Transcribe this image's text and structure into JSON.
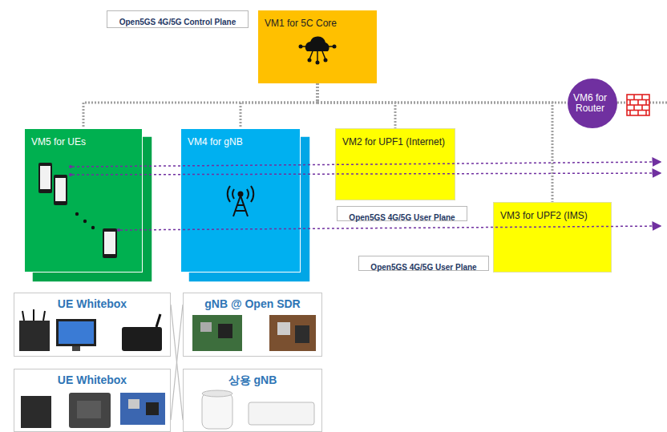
{
  "diagram": {
    "nodes": [
      {
        "text": [
          "Open5GS 4G/5G Control Plane"
        ]
      },
      {
        "text": [
          "VM1 for 5C Core"
        ]
      },
      {
        "text": [
          "VM6 for Router"
        ]
      },
      {
        "text": [
          "VM5 for UEs"
        ]
      },
      {
        "text": [
          "VM4 for gNB"
        ]
      },
      {
        "text": [
          "VM2 for UPF1 (Internet)"
        ]
      },
      {
        "text": [
          "Open5GS 4G/5G User Plane"
        ]
      },
      {
        "text": [
          "VM3 for UPF2 (IMS)"
        ]
      },
      {
        "text": [
          "Open5GS 4G/5G User Plane"
        ]
      },
      {
        "text": [
          "UE Whitebox"
        ]
      },
      {
        "text": [
          "gNB @ Open SDR"
        ]
      },
      {
        "text": [
          "UE Whitebox"
        ]
      },
      {
        "text": [
          "상용 gNB"
        ]
      }
    ],
    "edges": [
      {
        "from": 1,
        "to": 3,
        "arrow": "none"
      },
      {
        "from": 1,
        "to": 4,
        "arrow": "none"
      },
      {
        "from": 1,
        "to": 5,
        "arrow": "none"
      },
      {
        "from": 1,
        "to": 7,
        "arrow": "none"
      },
      {
        "from": 1,
        "to": 2,
        "arrow": "none"
      },
      {
        "from": 9,
        "to": 12,
        "arrow": "none"
      },
      {
        "from": 11,
        "to": 10,
        "arrow": "none"
      }
    ]
  }
}
